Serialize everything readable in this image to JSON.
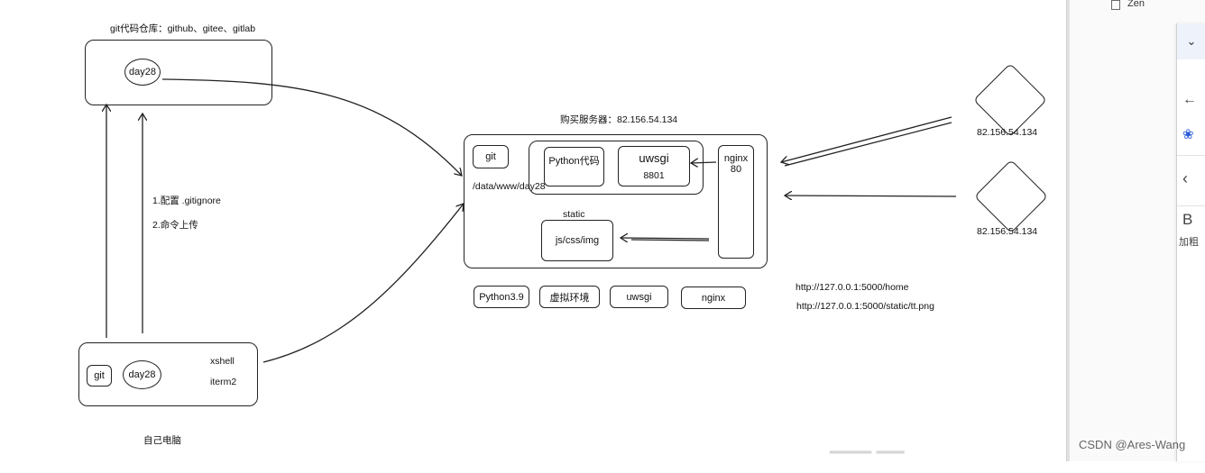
{
  "diagram": {
    "repo": {
      "title": "git代码仓库：github、gitee、gitlab",
      "folder": "day28"
    },
    "steps": {
      "step1": "1.配置 .gitignore",
      "step2": "2.命令上传"
    },
    "local": {
      "git": "git",
      "folder": "day28",
      "tool1": "xshell",
      "tool2": "iterm2",
      "caption": "自己电脑"
    },
    "server": {
      "title": "购买服务器：82.156.54.134",
      "git": "git",
      "path": "/data/www/day28",
      "python_code": "Python代码",
      "uwsgi": "uwsgi",
      "uwsgi_port": "8801",
      "nginx": "nginx",
      "nginx_port": "80",
      "static_label": "static",
      "static_files": "js/css/img"
    },
    "stack": [
      "Python3.9",
      "虚拟环境",
      "uwsgi",
      "nginx"
    ],
    "clients": [
      "82.156.54.134",
      "82.156.54.134"
    ],
    "urls": [
      "http://127.0.0.1:5000/home",
      "http://127.0.0.1:5000/static/tt.png"
    ]
  },
  "sidebar": {
    "item": "Zen",
    "panel_bold": "B",
    "panel_bold_label": "加粗",
    "watermark": "CSDN @Ares-Wang"
  }
}
